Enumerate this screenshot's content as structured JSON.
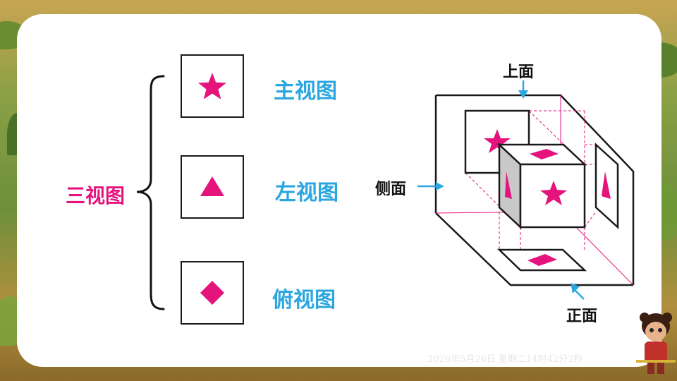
{
  "main_label": "三视图",
  "views": [
    {
      "label": "主视图",
      "icon": "star-icon"
    },
    {
      "label": "左视图",
      "icon": "triangle-icon"
    },
    {
      "label": "俯视图",
      "icon": "diamond-icon"
    }
  ],
  "cube_labels": {
    "top": "上面",
    "side": "侧面",
    "front": "正面"
  },
  "timestamp": "2026年5月26日 星期二14时42分2秒",
  "colors": {
    "accent_pink": "#e5147d",
    "accent_blue": "#2ba6e0",
    "panel": "#ffffff"
  }
}
